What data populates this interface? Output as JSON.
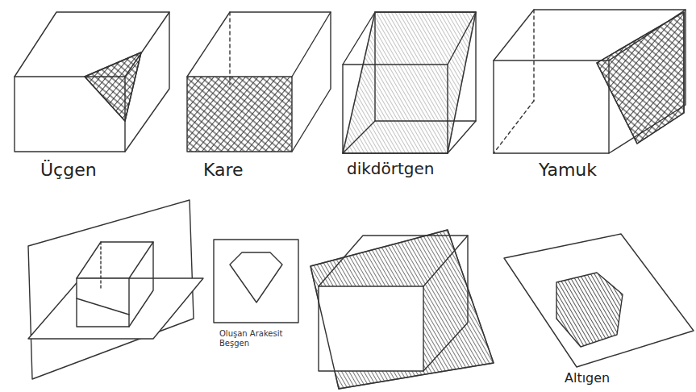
{
  "diagram": {
    "labels": [
      "Üçgen",
      "Kare",
      "dikdörtgen",
      "Yamuk",
      "Oluşan Arakesit Beşgen",
      "Altıgen"
    ]
  }
}
